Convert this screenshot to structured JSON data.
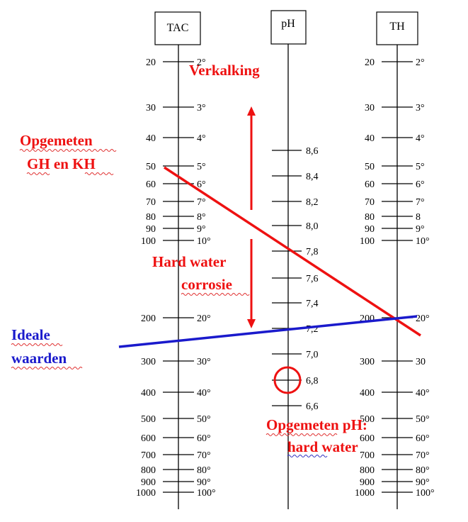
{
  "colors": {
    "axis": "#000000",
    "annotation_red": "#ee1111",
    "ideal_line": "#1a1acc",
    "spellcheck_red": "#e03030",
    "spellcheck_blue": "#3030c0"
  },
  "scales": {
    "tac": {
      "header": "TAC",
      "ticks": [
        {
          "left": "20",
          "right": "2°"
        },
        {
          "left": "30",
          "right": "3°"
        },
        {
          "left": "40",
          "right": "4°"
        },
        {
          "left": "50",
          "right": "5°"
        },
        {
          "left": "60",
          "right": "6°"
        },
        {
          "left": "70",
          "right": "7°"
        },
        {
          "left": "80",
          "right": "8°"
        },
        {
          "left": "90",
          "right": "9°"
        },
        {
          "left": "100",
          "right": "10°"
        },
        {
          "left": "200",
          "right": "20°"
        },
        {
          "left": "300",
          "right": "30°"
        },
        {
          "left": "400",
          "right": "40°"
        },
        {
          "left": "500",
          "right": "50°"
        },
        {
          "left": "600",
          "right": "60°"
        },
        {
          "left": "700",
          "right": "70°"
        },
        {
          "left": "800",
          "right": "80°"
        },
        {
          "left": "900",
          "right": "90°"
        },
        {
          "left": "1000",
          "right": "100°"
        }
      ]
    },
    "ph": {
      "header": "pH",
      "ticks": [
        "8,6",
        "8,4",
        "8,2",
        "8,0",
        "7,8",
        "7,6",
        "7,4",
        "7,2",
        "7,0",
        "6,8",
        "6,6"
      ]
    },
    "th": {
      "header": "TH",
      "ticks": [
        {
          "left": "20",
          "right": "2°"
        },
        {
          "left": "30",
          "right": "3°"
        },
        {
          "left": "40",
          "right": "4°"
        },
        {
          "left": "50",
          "right": "5°"
        },
        {
          "left": "60",
          "right": "6°"
        },
        {
          "left": "70",
          "right": "7°"
        },
        {
          "left": "80",
          "right": "8"
        },
        {
          "left": "90",
          "right": "9°"
        },
        {
          "left": "100",
          "right": "10°"
        },
        {
          "left": "200",
          "right": "20°"
        },
        {
          "left": "300",
          "right": "30"
        },
        {
          "left": "400",
          "right": "40°"
        },
        {
          "left": "500",
          "right": "50°"
        },
        {
          "left": "600",
          "right": "60°"
        },
        {
          "left": "700",
          "right": "70°"
        },
        {
          "left": "800",
          "right": "80°"
        },
        {
          "left": "900",
          "right": "90°"
        },
        {
          "left": "1000",
          "right": "100°"
        }
      ]
    }
  },
  "annotations": {
    "verkalking": "Verkalking",
    "opgemeten_gh_kh": [
      "Opgemeten",
      "GH en KH"
    ],
    "hard_water_corrosie": [
      "Hard water",
      "corrosie"
    ],
    "ideale_waarden": [
      "Ideale",
      "waarden"
    ],
    "opgemeten_ph": [
      "Opgemeten pH:",
      "hard water"
    ]
  }
}
